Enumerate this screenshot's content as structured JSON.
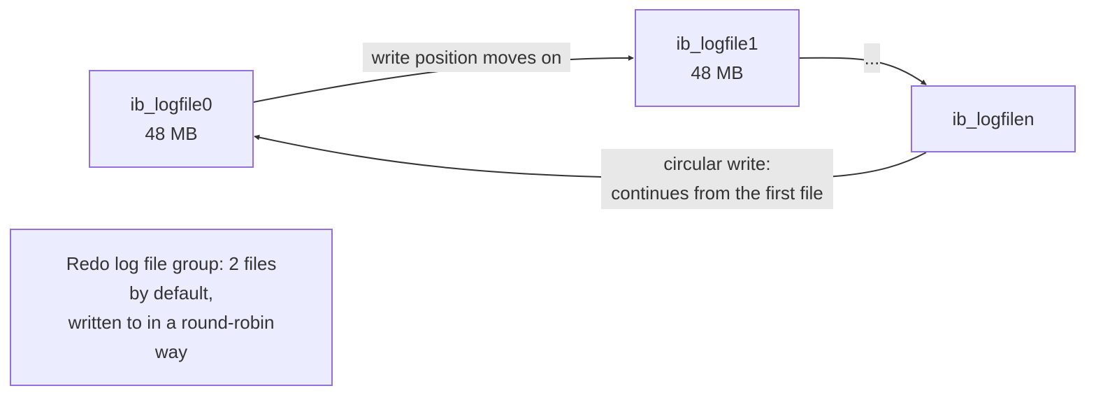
{
  "nodes": {
    "log0": {
      "name": "ib_logfile0",
      "size": "48 MB"
    },
    "log1": {
      "name": "ib_logfile1",
      "size": "48 MB"
    },
    "logn": {
      "name": "ib_logfilen"
    },
    "note": {
      "lines": [
        "Redo log file group: 2 files",
        "by default,",
        "written to in a round-robin",
        "way"
      ]
    }
  },
  "edges": {
    "write_label": "write position moves on",
    "dots_label": "...",
    "circular_label_lines": [
      "circular write:",
      "continues from the first file"
    ]
  },
  "colors": {
    "node_fill": "#ECECFF",
    "node_border": "#9370DB",
    "edge_stroke": "#333333",
    "label_bg": "#E8E8E8"
  }
}
